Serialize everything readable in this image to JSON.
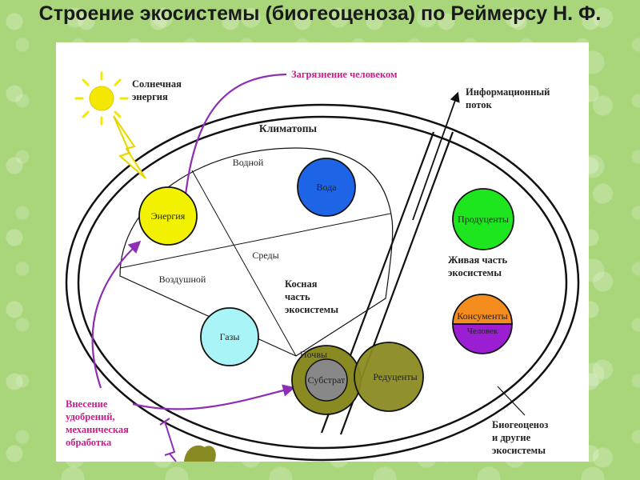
{
  "slide": {
    "title": "Строение экосистемы (биогеоценоза) по Реймерсу Н. Ф."
  },
  "diagram": {
    "solar_energy": [
      "Солнечная",
      "энергия"
    ],
    "pollution": "Загрязнение человеком",
    "information_flow": [
      "Информационный",
      "поток"
    ],
    "climatopes": "Климатопы",
    "water_env": "Водной",
    "air_env": "Воздушной",
    "environments": "Среды",
    "abiotic_part": [
      "Косная",
      "часть",
      "экосистемы"
    ],
    "living_part": [
      "Живая часть",
      "экосистемы"
    ],
    "fertilizers": [
      "Внесение",
      "удобрений,",
      "механическая",
      "обработка"
    ],
    "biogeocenosis_others": [
      "Биогеоценоз",
      "и другие",
      "экосистемы"
    ],
    "nodes": {
      "energy": "Энергия",
      "water": "Вода",
      "gases": "Газы",
      "soils": "Почвы",
      "substrate": "Субстрат",
      "reducers": "Редуценты",
      "producers": "Продуценты",
      "consumers": "Консументы",
      "human": "Человек"
    },
    "colors": {
      "energy": "#f2f200",
      "water": "#1e64e6",
      "gases": "#a8f4f6",
      "soils": "#8a8a22",
      "substrate": "#888888",
      "reducers": "#8a8a22",
      "producers": "#1ee61e",
      "consumers": "#f58c1e",
      "human": "#9b1ed2",
      "arrows": "#8c2fb4",
      "sun": "#f5e800"
    }
  }
}
